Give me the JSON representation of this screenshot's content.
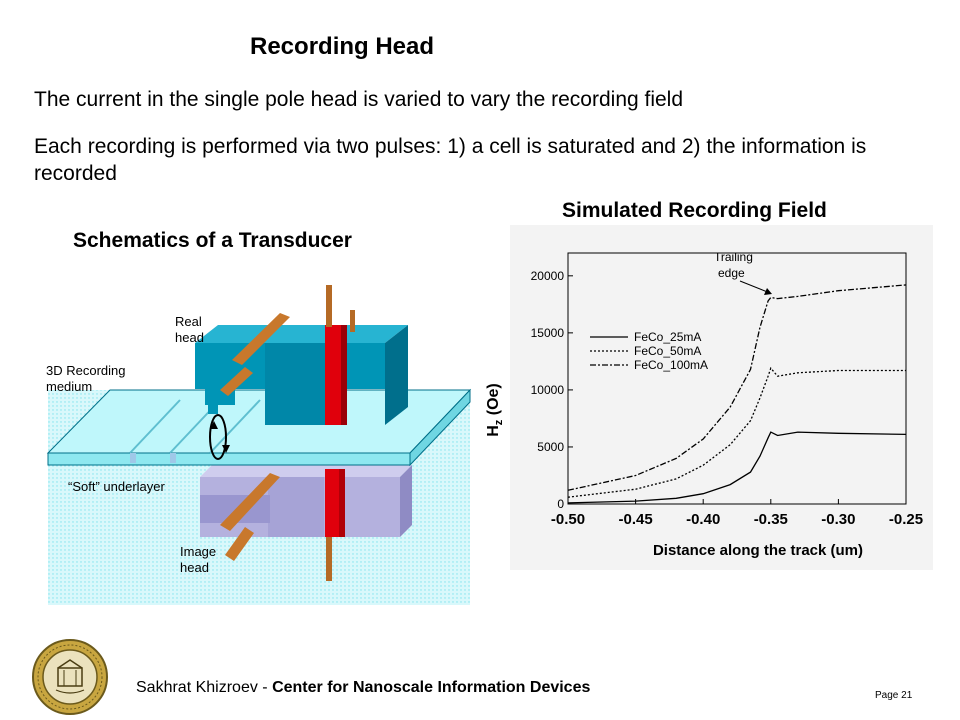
{
  "title": "Recording Head",
  "bullets": [
    "The current in the single pole head is varied to vary the recording field",
    "Each recording is performed via two pulses: 1) a cell is saturated and 2) the information is recorded"
  ],
  "schematic": {
    "caption": "Schematics of a Transducer",
    "label_real_1": "Real",
    "label_real_2": "head",
    "label_medium_1": "3D Recording",
    "label_medium_2": "medium",
    "label_soft": "“Soft” underlayer",
    "label_image_1": "Image",
    "label_image_2": "head"
  },
  "chart_caption": "Simulated Recording Field",
  "chart_data": {
    "type": "line",
    "title": "Simulated Recording Field",
    "xlabel": "Distance along the track (um)",
    "ylabel": "H_z (Oe)",
    "ylabel_main": "H",
    "ylabel_sub": "z",
    "ylabel_unit": " (Oe)",
    "xlim": [
      -0.5,
      -0.25
    ],
    "ylim": [
      0,
      22000
    ],
    "xticks": [
      -0.5,
      -0.45,
      -0.4,
      -0.35,
      -0.3,
      -0.25
    ],
    "xtick_labels": [
      "-0.50",
      "-0.45",
      "-0.40",
      "-0.35",
      "-0.30",
      "-0.25"
    ],
    "yticks": [
      0,
      5000,
      10000,
      15000,
      20000
    ],
    "ytick_labels": [
      "0",
      "5000",
      "10000",
      "15000",
      "20000"
    ],
    "annotation_1": "Trailing",
    "annotation_2": "edge",
    "series": [
      {
        "name": "FeCo_25mA",
        "style": "solid",
        "x": [
          -0.5,
          -0.45,
          -0.42,
          -0.4,
          -0.38,
          -0.365,
          -0.358,
          -0.352,
          -0.35,
          -0.345,
          -0.33,
          -0.3,
          -0.25
        ],
        "y": [
          100,
          250,
          500,
          900,
          1700,
          2800,
          4200,
          5800,
          6300,
          6000,
          6300,
          6200,
          6100
        ]
      },
      {
        "name": "FeCo_50mA",
        "style": "dotted",
        "x": [
          -0.5,
          -0.45,
          -0.42,
          -0.4,
          -0.38,
          -0.365,
          -0.358,
          -0.352,
          -0.35,
          -0.345,
          -0.33,
          -0.3,
          -0.25
        ],
        "y": [
          600,
          1300,
          2200,
          3400,
          5200,
          7300,
          9300,
          11200,
          11900,
          11200,
          11500,
          11700,
          11700
        ]
      },
      {
        "name": "FeCo_100mA",
        "style": "dashdot",
        "x": [
          -0.5,
          -0.45,
          -0.42,
          -0.4,
          -0.38,
          -0.365,
          -0.358,
          -0.352,
          -0.35,
          -0.345,
          -0.33,
          -0.3,
          -0.25
        ],
        "y": [
          1200,
          2500,
          4000,
          5700,
          8500,
          11800,
          15500,
          17800,
          18100,
          18000,
          18200,
          18700,
          19200
        ]
      }
    ]
  },
  "footer": {
    "author": "Sakhrat Khizroev - ",
    "org": "Center for Nanoscale Information Devices",
    "page": "Page 21"
  },
  "colors": {
    "teal": "#0095b6",
    "medium": "#bff7fb",
    "lavender": "#b4b1de",
    "red": "#e0000c",
    "copper": "#c8782c"
  }
}
